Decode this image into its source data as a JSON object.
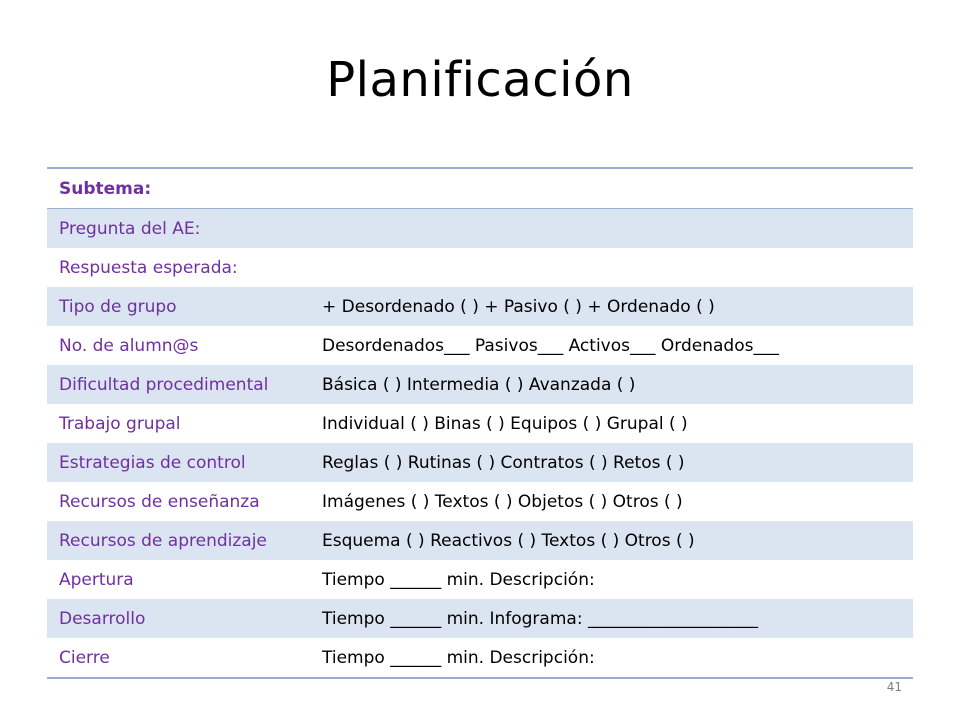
{
  "title": "Planificación",
  "rows": [
    {
      "label": "Subtema:",
      "value": ""
    },
    {
      "label": "Pregunta del AE:",
      "value": ""
    },
    {
      "label": "Respuesta esperada:",
      "value": ""
    },
    {
      "label": "Tipo de grupo",
      "value": "+ Desordenado (   )    + Pasivo  (   )    + Ordenado (    )"
    },
    {
      "label": "No. de alumn@s",
      "value": "Desordenados___   Pasivos___  Activos___  Ordenados___"
    },
    {
      "label": "Dificultad procedimental",
      "value": "Básica  (    )      Intermedia  (    )     Avanzada (    )"
    },
    {
      "label": "Trabajo grupal",
      "value": "Individual (    )   Binas (    )   Equipos (    )   Grupal (    )"
    },
    {
      "label": "Estrategias de control",
      "value": "Reglas (    ) Rutinas (    )  Contratos (    )  Retos (    )"
    },
    {
      "label": "Recursos de enseñanza",
      "value": "Imágenes (    ) Textos (    )    Objetos (     )    Otros  (    )"
    },
    {
      "label": "Recursos de aprendizaje",
      "value": "Esquema (    )   Reactivos (    ) Textos (    )    Otros  (    )"
    },
    {
      "label": "Apertura",
      "value": "Tiempo ______ min.  Descripción:"
    },
    {
      "label": "Desarrollo",
      "value": "Tiempo ______ min.   Infograma: ____________________"
    },
    {
      "label": "Cierre",
      "value": "Tiempo ______ min. Descripción:"
    }
  ],
  "page_number": "41"
}
